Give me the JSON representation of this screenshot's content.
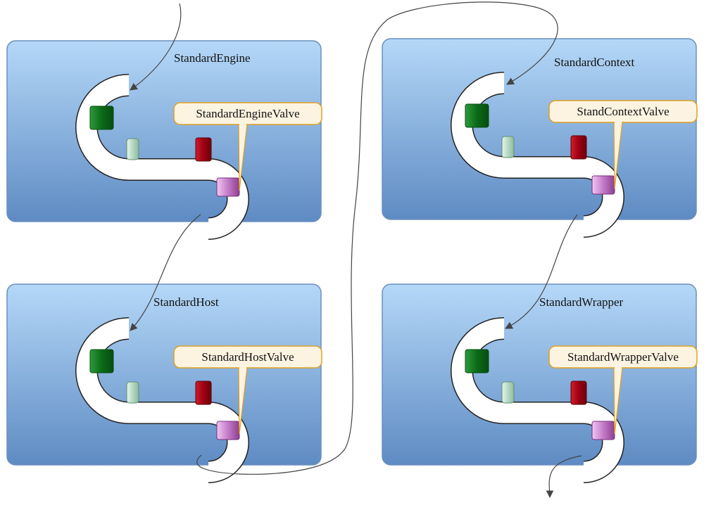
{
  "diagram": {
    "containers": [
      {
        "name": "StandardEngine",
        "valve": "StandardEngineValve"
      },
      {
        "name": "StandardContext",
        "valve": "StandContextValve"
      },
      {
        "name": "StandardHost",
        "valve": "StandardHostValve"
      },
      {
        "name": "StandardWrapper",
        "valve": "StandardWrapperValve"
      }
    ],
    "colors": {
      "panel_top": "#b3d6f7",
      "panel_bottom": "#5f8dc5",
      "panel_border": "#6b8fbf",
      "pipe_fill": "#ffffff",
      "pipe_stroke": "#222222",
      "ring_green": "#0a6e1a",
      "ring_light_green": "#b8dcc6",
      "ring_red": "#a00010",
      "ring_purple": "#b04cb8",
      "callout_fill": "#fdf3e1",
      "callout_border": "#e0a020",
      "flow_line": "#444444"
    }
  }
}
